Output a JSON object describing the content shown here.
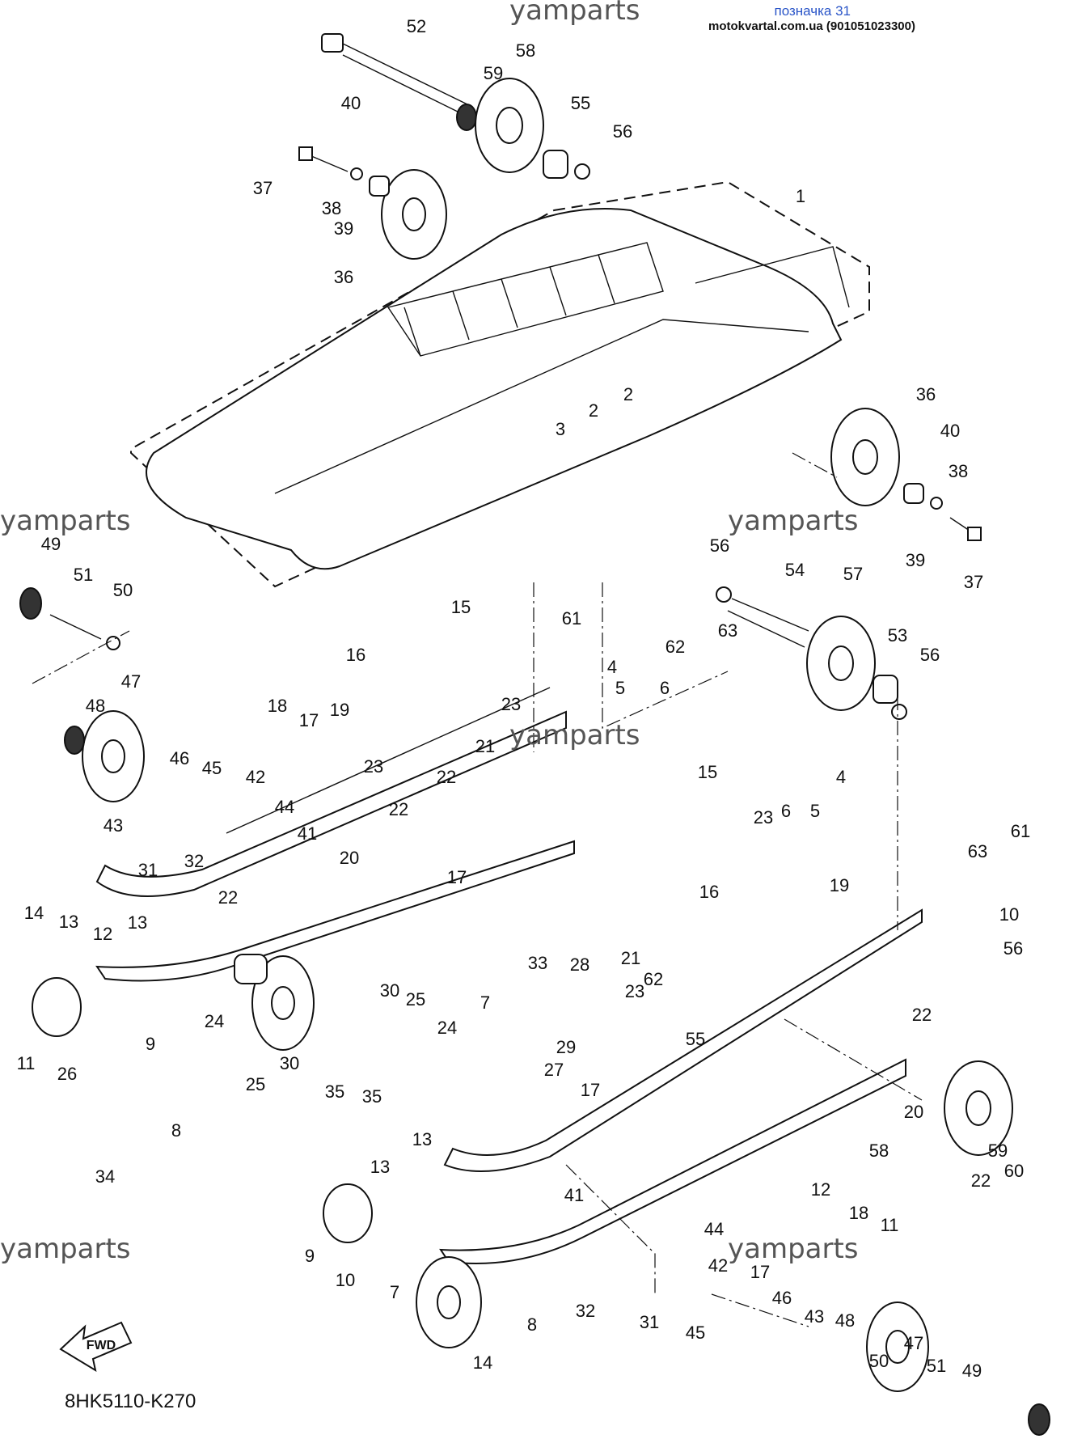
{
  "header": {
    "badge": "позначка 31",
    "source": "motokvartal.com.ua (901051023300)"
  },
  "watermarks": [
    "yamparts",
    "yamparts",
    "yamparts",
    "yamparts",
    "yamparts",
    "yamparts"
  ],
  "fwd_label": "FWD",
  "diagram_code": "8HK5110-K270",
  "callouts": [
    "52",
    "58",
    "59",
    "55",
    "56",
    "40",
    "37",
    "38",
    "39",
    "36",
    "1",
    "3",
    "2",
    "2",
    "36",
    "40",
    "38",
    "39",
    "37",
    "49",
    "51",
    "50",
    "47",
    "48",
    "46",
    "45",
    "43",
    "15",
    "16",
    "19",
    "18",
    "17",
    "23",
    "21",
    "23",
    "22",
    "22",
    "42",
    "44",
    "41",
    "20",
    "31",
    "32",
    "22",
    "17",
    "56",
    "54",
    "57",
    "53",
    "56",
    "61",
    "63",
    "62",
    "4",
    "5",
    "6",
    "4",
    "6",
    "5",
    "15",
    "16",
    "23",
    "19",
    "21",
    "23",
    "62",
    "63",
    "61",
    "10",
    "14",
    "13",
    "12",
    "13",
    "9",
    "11",
    "26",
    "24",
    "25",
    "30",
    "35",
    "35",
    "30",
    "25",
    "24",
    "7",
    "8",
    "34",
    "33",
    "28",
    "29",
    "27",
    "17",
    "55",
    "56",
    "22",
    "20",
    "58",
    "59",
    "60",
    "22",
    "12",
    "13",
    "13",
    "41",
    "44",
    "42",
    "17",
    "18",
    "11",
    "9",
    "10",
    "7",
    "8",
    "14",
    "32",
    "31",
    "45",
    "46",
    "43",
    "48",
    "47",
    "50",
    "51",
    "49"
  ]
}
